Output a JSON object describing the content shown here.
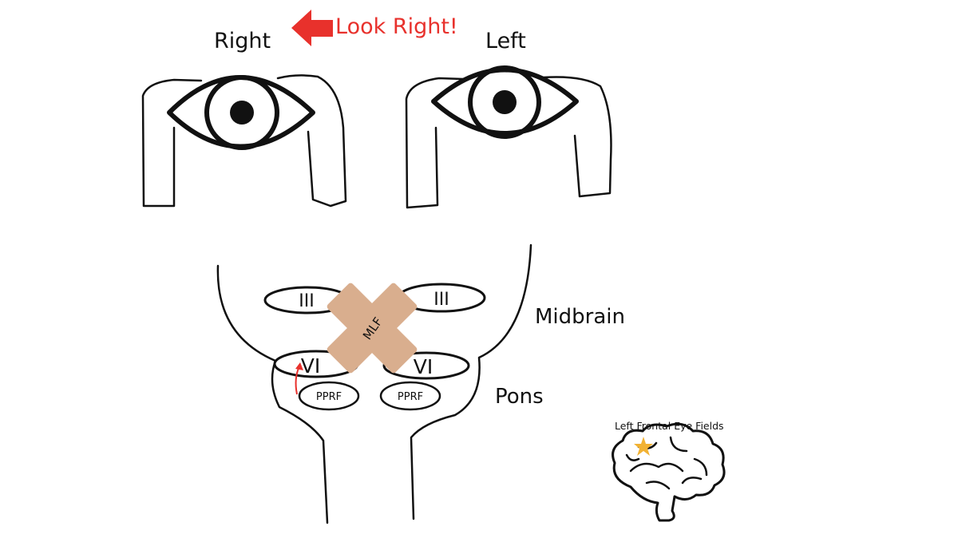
{
  "labels": {
    "right_eye": "Right",
    "left_eye": "Left",
    "look_right": "Look Right!",
    "midbrain": "Midbrain",
    "pons": "Pons",
    "left_frontal_eye_fields": "Left Frontal Eye Fields"
  },
  "nuclei": {
    "right_cn3": "III",
    "left_cn3": "III",
    "right_cn6": "VI",
    "left_cn6": "VI",
    "right_pprf": "PPRF",
    "left_pprf": "PPRF",
    "mlf": "MLF"
  },
  "colors": {
    "arrow": "#e8312c",
    "mlf_lesion": "#d9ae8e",
    "star": "#f2b233",
    "ink": "#111111"
  }
}
